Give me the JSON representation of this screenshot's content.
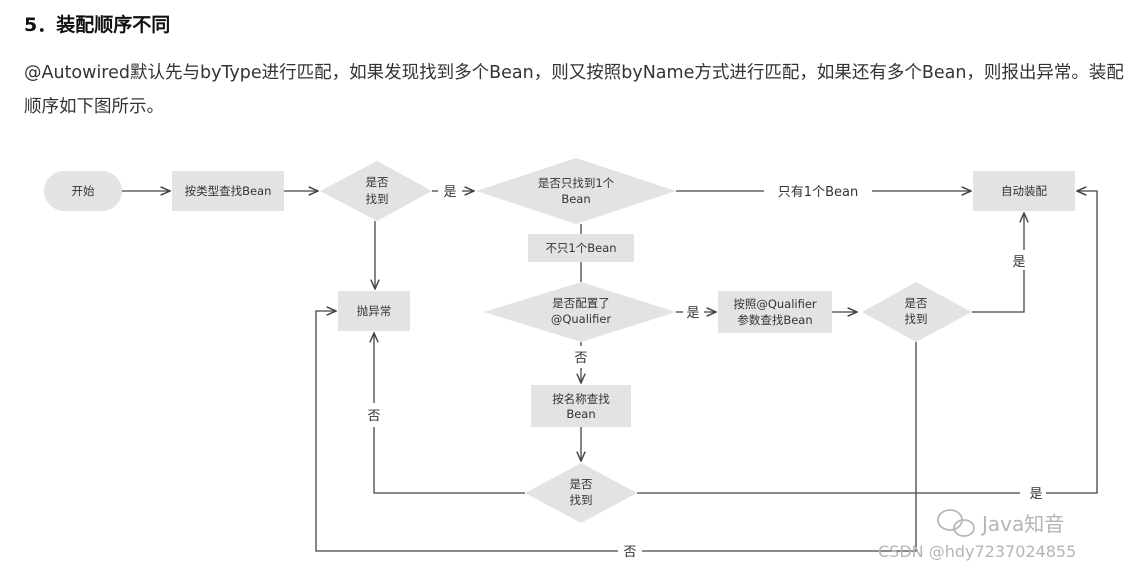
{
  "article": {
    "section_title": "5．装配顺序不同",
    "paragraph": "@Autowired默认先与byType进行匹配，如果发现找到多个Bean，则又按照byName方式进行匹配，如果还有多个Bean，则报出异常。装配顺序如下图所示。"
  },
  "diagram": {
    "nodes": {
      "start": "开始",
      "find_by_type": "按类型查找Bean",
      "found_1": [
        "是否",
        "找到"
      ],
      "only_one": [
        "是否只找到1个",
        "Bean"
      ],
      "not_only_one": "不只1个Bean",
      "has_qualifier": [
        "是否配置了",
        "@Qualifier"
      ],
      "find_by_qualifier": [
        "按照@Qualifier",
        "参数查找Bean"
      ],
      "found_2": [
        "是否",
        "找到"
      ],
      "find_by_name": [
        "按名称查找",
        "Bean"
      ],
      "found_3": [
        "是否",
        "找到"
      ],
      "throw": "抛异常",
      "autowire": "自动装配"
    },
    "edge_labels": {
      "yes_1": "是",
      "only_one_bean": "只有1个Bean",
      "yes_qualifier": "是",
      "yes_up": "是",
      "no_qualifier": "否",
      "no_left": "否",
      "yes_bottom": "是",
      "no_bottom": "否"
    }
  },
  "watermarks": {
    "wechat": "Java知音",
    "csdn": "CSDN @hdy7237024855"
  },
  "colors": {
    "node_fill": "#e3e3e3",
    "line": "#444444",
    "background": "#ffffff"
  }
}
